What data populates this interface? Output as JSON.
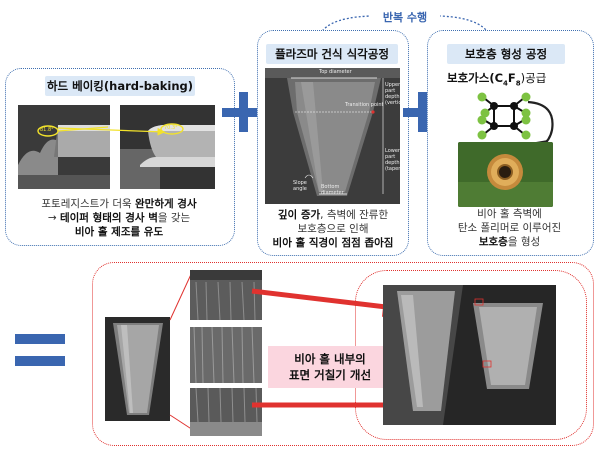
{
  "repeat_label": "반복 수행",
  "panel_hardbake": {
    "title": "하드 베이킹(hard-baking)",
    "caption_line1_pre": "포토레지스트가 더욱 ",
    "caption_line1_bold": "완만하게 경사",
    "caption_line2_pre": "→ ",
    "caption_line2_bold": "테이퍼 형태의 경사 벽",
    "caption_line2_post": "을 갖는",
    "caption_line3": "비아 홀 제조를 유도",
    "angle_before": "81.8°",
    "angle_after": "70.3°"
  },
  "panel_plasma": {
    "title": "플라즈마 건식 식각공정",
    "caption_line1_bold": "깊이 증가",
    "caption_line1_post": ", 측벽에 잔류한",
    "caption_line2": "보호층으로 인해",
    "caption_line3": "비아 홀 직경이 점점 좁아짐",
    "labels": {
      "top": "Top diameter",
      "transition": "Transition point",
      "upper": "Upper part depth (vertical)",
      "lower": "Lower part depth (taper)",
      "slope": "Slope angle",
      "bottom": "Bottom diameter"
    }
  },
  "panel_protect": {
    "title": "보호층 형성 공정",
    "gas_prefix": "보호가스(",
    "gas_c": "C",
    "gas_c_sub": "4",
    "gas_f": "F",
    "gas_f_sub": "8",
    "gas_suffix": ")공급",
    "caption_line1": "비아 홀 측벽에",
    "caption_line2": "탄소 폴리머로 이루어진",
    "caption_line3_bold": "보호층",
    "caption_line3_post": "을 형성"
  },
  "result": {
    "label_line1": "비아 홀 내부의",
    "label_line2": "표면 거칠기 개선"
  },
  "colors": {
    "blue": "#3a66b0",
    "red": "#e0322f",
    "tag_bg": "#dbe8f6",
    "pink": "#fbd6df",
    "pcb_green": "#3f6a2a",
    "molecule_green": "#7dc242"
  }
}
